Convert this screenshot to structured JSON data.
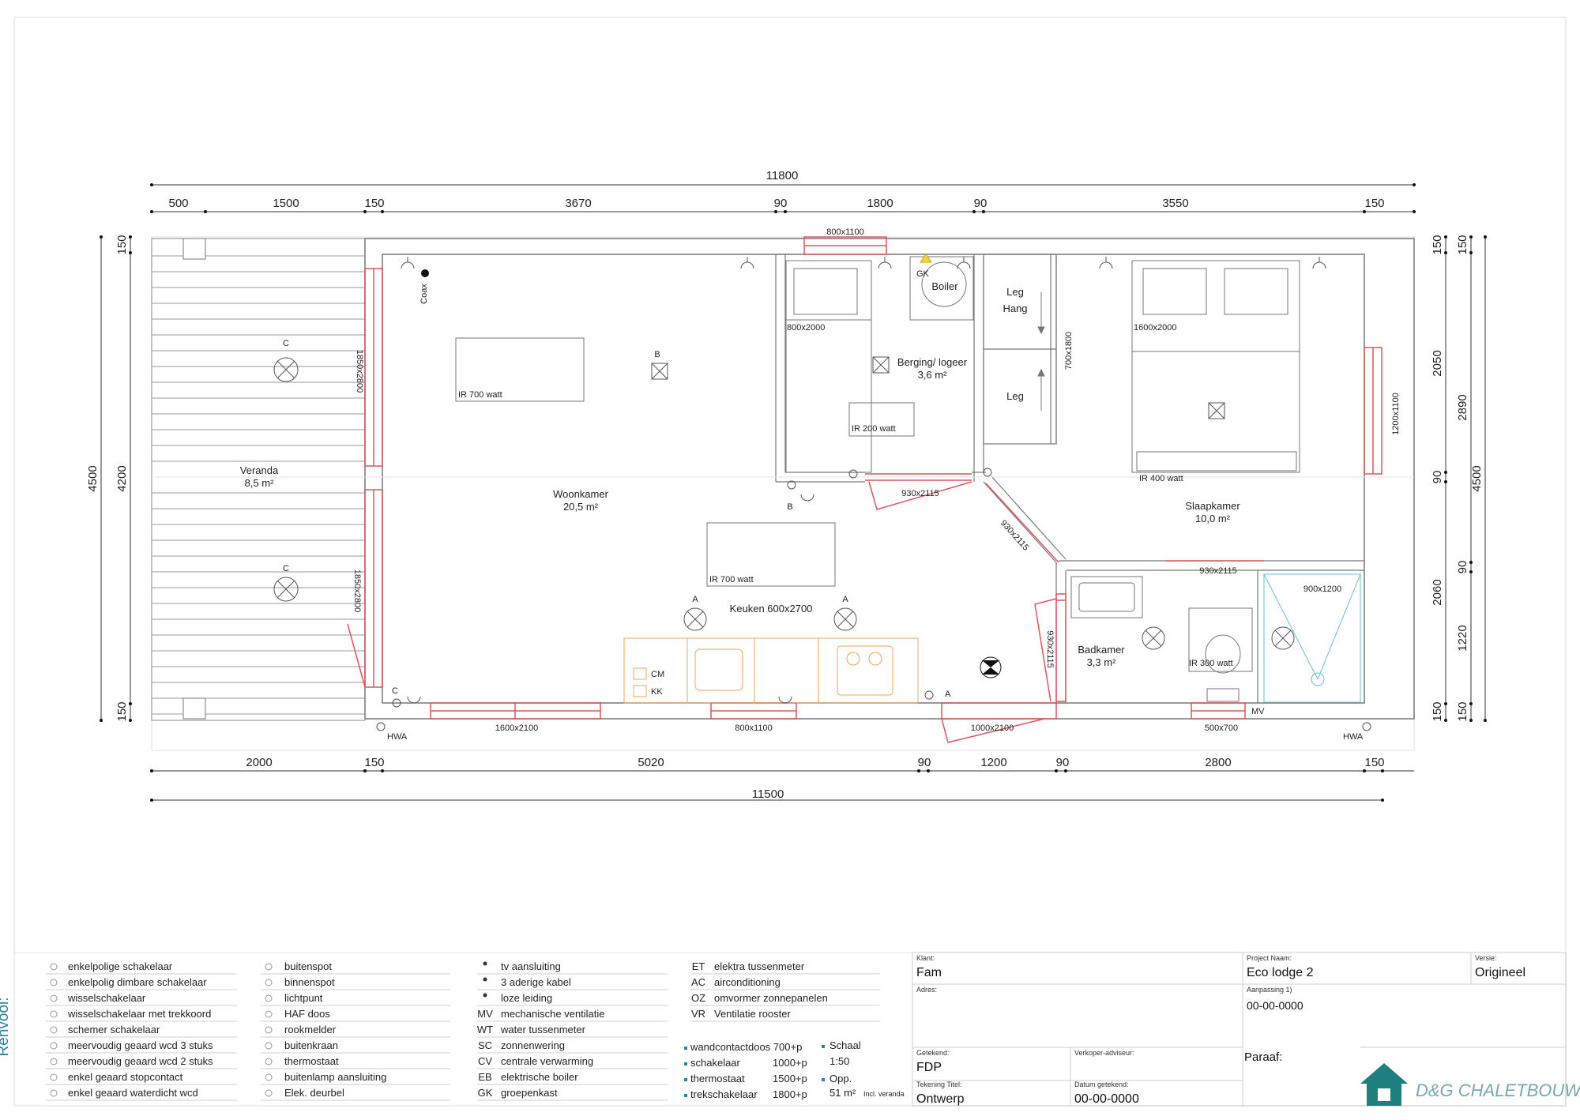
{
  "dimensions": {
    "top_total": "11800",
    "top_segments": [
      "500",
      "1500",
      "150",
      "3670",
      "90",
      "1800",
      "90",
      "3550",
      "150"
    ],
    "bottom_segments": [
      "2000",
      "150",
      "5020",
      "90",
      "1200",
      "90",
      "2800",
      "150"
    ],
    "bottom_total": "11500",
    "left_outer": "4500",
    "left_inner": "4200",
    "left_top": "150",
    "left_bottom": "150",
    "right_a": [
      "150",
      "2050",
      "90",
      "2060",
      "150"
    ],
    "right_b": [
      "150",
      "2890",
      "90",
      "1220",
      "150"
    ],
    "right_total": "4500"
  },
  "rooms": {
    "veranda": {
      "name": "Veranda",
      "area": "8,5 m²"
    },
    "woonkamer": {
      "name": "Woonkamer",
      "area": "20,5 m²"
    },
    "berging": {
      "name": "Berging/ logeer",
      "area": "3,6 m²"
    },
    "slaapkamer": {
      "name": "Slaapkamer",
      "area": "10,0 m²"
    },
    "badkamer": {
      "name": "Badkamer",
      "area": "3,3 m²"
    },
    "keuken": "Keuken 600x2700"
  },
  "plan_labels": {
    "win_top": "800x1100",
    "coax": "Coax",
    "ir_woon_1": "IR 700 watt",
    "ir_woon_2": "IR 700 watt",
    "ir_berging": "IR 200 watt",
    "ir_slaap": "IR 400 watt",
    "ir_bad": "IR 300 watt",
    "bed_single": "800x2000",
    "bed_double": "1600x2000",
    "gk": "GK",
    "boiler": "Boiler",
    "leg1": "Leg",
    "hang": "Hang",
    "leg2": "Leg",
    "kast": "700x1800",
    "win_side_1": "1850x2800",
    "win_side_2": "1850x2800",
    "win_right": "1200x1100",
    "door_berging": "930x2115",
    "door_diag": "930x2115",
    "door_bad_top": "930x2115",
    "door_bad_side": "930x2115",
    "shower": "900x1200",
    "win_bottom_1": "1600x2100",
    "win_bottom_2": "800x1100",
    "door_front": "1000x2100",
    "win_bottom_3": "500x700",
    "mv": "MV",
    "hwa": "HWA",
    "cm": "CM",
    "kk": "KK",
    "marks": {
      "a": "A",
      "b": "B",
      "c": "C"
    }
  },
  "legend": {
    "title": "Renvooi:",
    "col1": [
      "enkelpolige schakelaar",
      "enkelpolig dimbare schakelaar",
      "wisselschakelaar",
      "wisselschakelaar met trekkoord",
      "schemer schakelaar",
      "meervoudig geaard wcd 3 stuks",
      "meervoudig geaard wcd 2 stuks",
      "enkel geaard stopcontact",
      "enkel geaard waterdicht wcd"
    ],
    "col2": [
      "buitenspot",
      "binnenspot",
      "lichtpunt",
      "HAF doos",
      "rookmelder",
      "buitenkraan",
      "thermostaat",
      "buitenlamp aansluiting",
      "Elek. deurbel"
    ],
    "col3": [
      {
        "code": "",
        "text": "tv aansluiting"
      },
      {
        "code": "",
        "text": "3 aderige kabel"
      },
      {
        "code": "",
        "text": "loze leiding"
      },
      {
        "code": "MV",
        "text": "mechanische ventilatie"
      },
      {
        "code": "WT",
        "text": "water tussenmeter"
      },
      {
        "code": "SC",
        "text": "zonnenwering"
      },
      {
        "code": "CV",
        "text": "centrale verwarming"
      },
      {
        "code": "EB",
        "text": "elektrische boiler"
      },
      {
        "code": "GK",
        "text": "groepenkast"
      }
    ],
    "col4": [
      {
        "code": "ET",
        "text": "elektra tussenmeter"
      },
      {
        "code": "AC",
        "text": "airconditioning"
      },
      {
        "code": "OZ",
        "text": "omvormer zonnepanelen"
      },
      {
        "code": "VR",
        "text": "Ventilatie rooster"
      }
    ],
    "heights": [
      {
        "label": "wandcontactdoos 700+p",
        "value": ""
      },
      {
        "label": "schakelaar",
        "value": "1000+p"
      },
      {
        "label": "thermostaat",
        "value": "1500+p"
      },
      {
        "label": "trekschakelaar",
        "value": "1800+p"
      }
    ],
    "schaal_label": "Schaal",
    "schaal_value": "1:50",
    "opp_label": "Opp.",
    "opp_value": "51 m²",
    "opp_note": "Incl. veranda"
  },
  "titleblock": {
    "klant_label": "Klant:",
    "klant": "Fam",
    "project_label": "Project Naam:",
    "project": "Eco lodge 2",
    "versie_label": "Versie:",
    "versie": "Origineel",
    "adres_label": "Adres:",
    "aanpassing_label": "Aanpassing 1)",
    "aanpassing": "00-00-0000",
    "getekend_label": "Getekend:",
    "getekend": "FDP",
    "verkoper_label": "Verkoper-adviseur:",
    "paraaf_label": "Paraaf:",
    "titel_label": "Tekening Titel:",
    "titel": "Ontwerp",
    "datum_label": "Datum getekend:",
    "datum": "00-00-0000",
    "logo_text": "D&G CHALETBOUW"
  },
  "colors": {
    "window": "#e0555f",
    "kitchen": "#f2a55a",
    "accent": "#2d7fa6",
    "logo": "#1f7f7f",
    "shower": "#6bbfd6"
  }
}
